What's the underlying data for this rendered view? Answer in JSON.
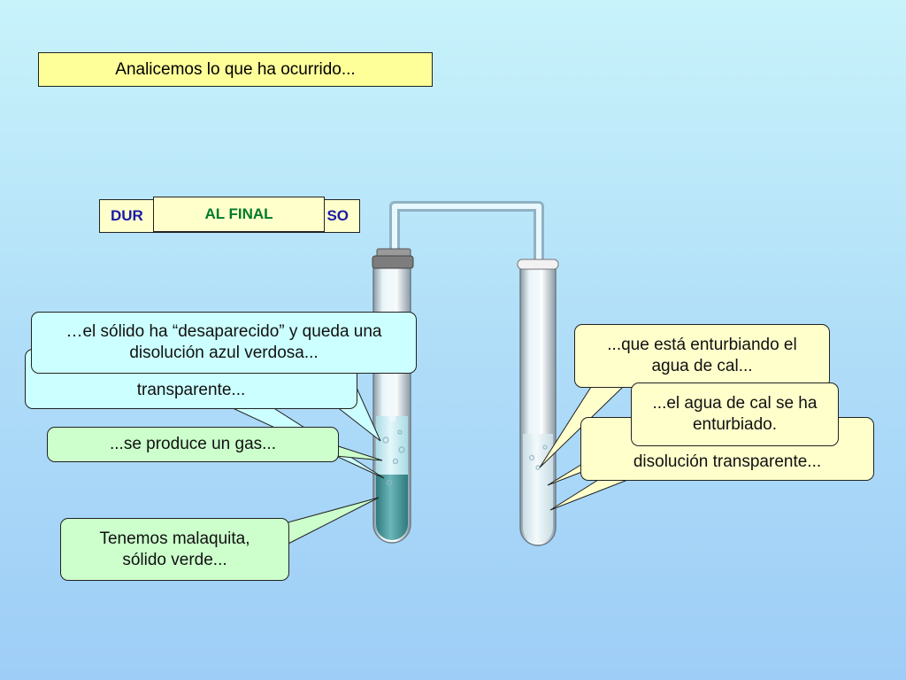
{
  "title": "Analicemos lo que ha ocurrido...",
  "tabs": {
    "back_left": "DUR",
    "back_right": "SO",
    "front": "AL FINAL"
  },
  "left_callouts": {
    "transparent_hidden": "transparente...",
    "solid_disappeared": "…el sólido ha “desaparecido” y queda una disolución azul verdosa...",
    "gas": "...se produce un gas...",
    "malachite": "Tenemos malaquita, sólido verde..."
  },
  "right_callouts": {
    "clouding": "...que está enturbiando el agua de cal...",
    "clouded": "...el agua de cal se ha enturbiado.",
    "transparent_solution": "disolución transparente..."
  },
  "colors": {
    "title_bg": "#ffff99",
    "tab_bg": "#ffffcc",
    "tab_front_text": "#007a2a",
    "tab_back_text": "#1a1aa6",
    "callout_cyan": "#ccffff",
    "callout_green": "#ccffcc",
    "callout_yellow": "#ffffcc",
    "solution_blue_green": "#4d9ea1",
    "lime_water": "#e6f7fa"
  }
}
